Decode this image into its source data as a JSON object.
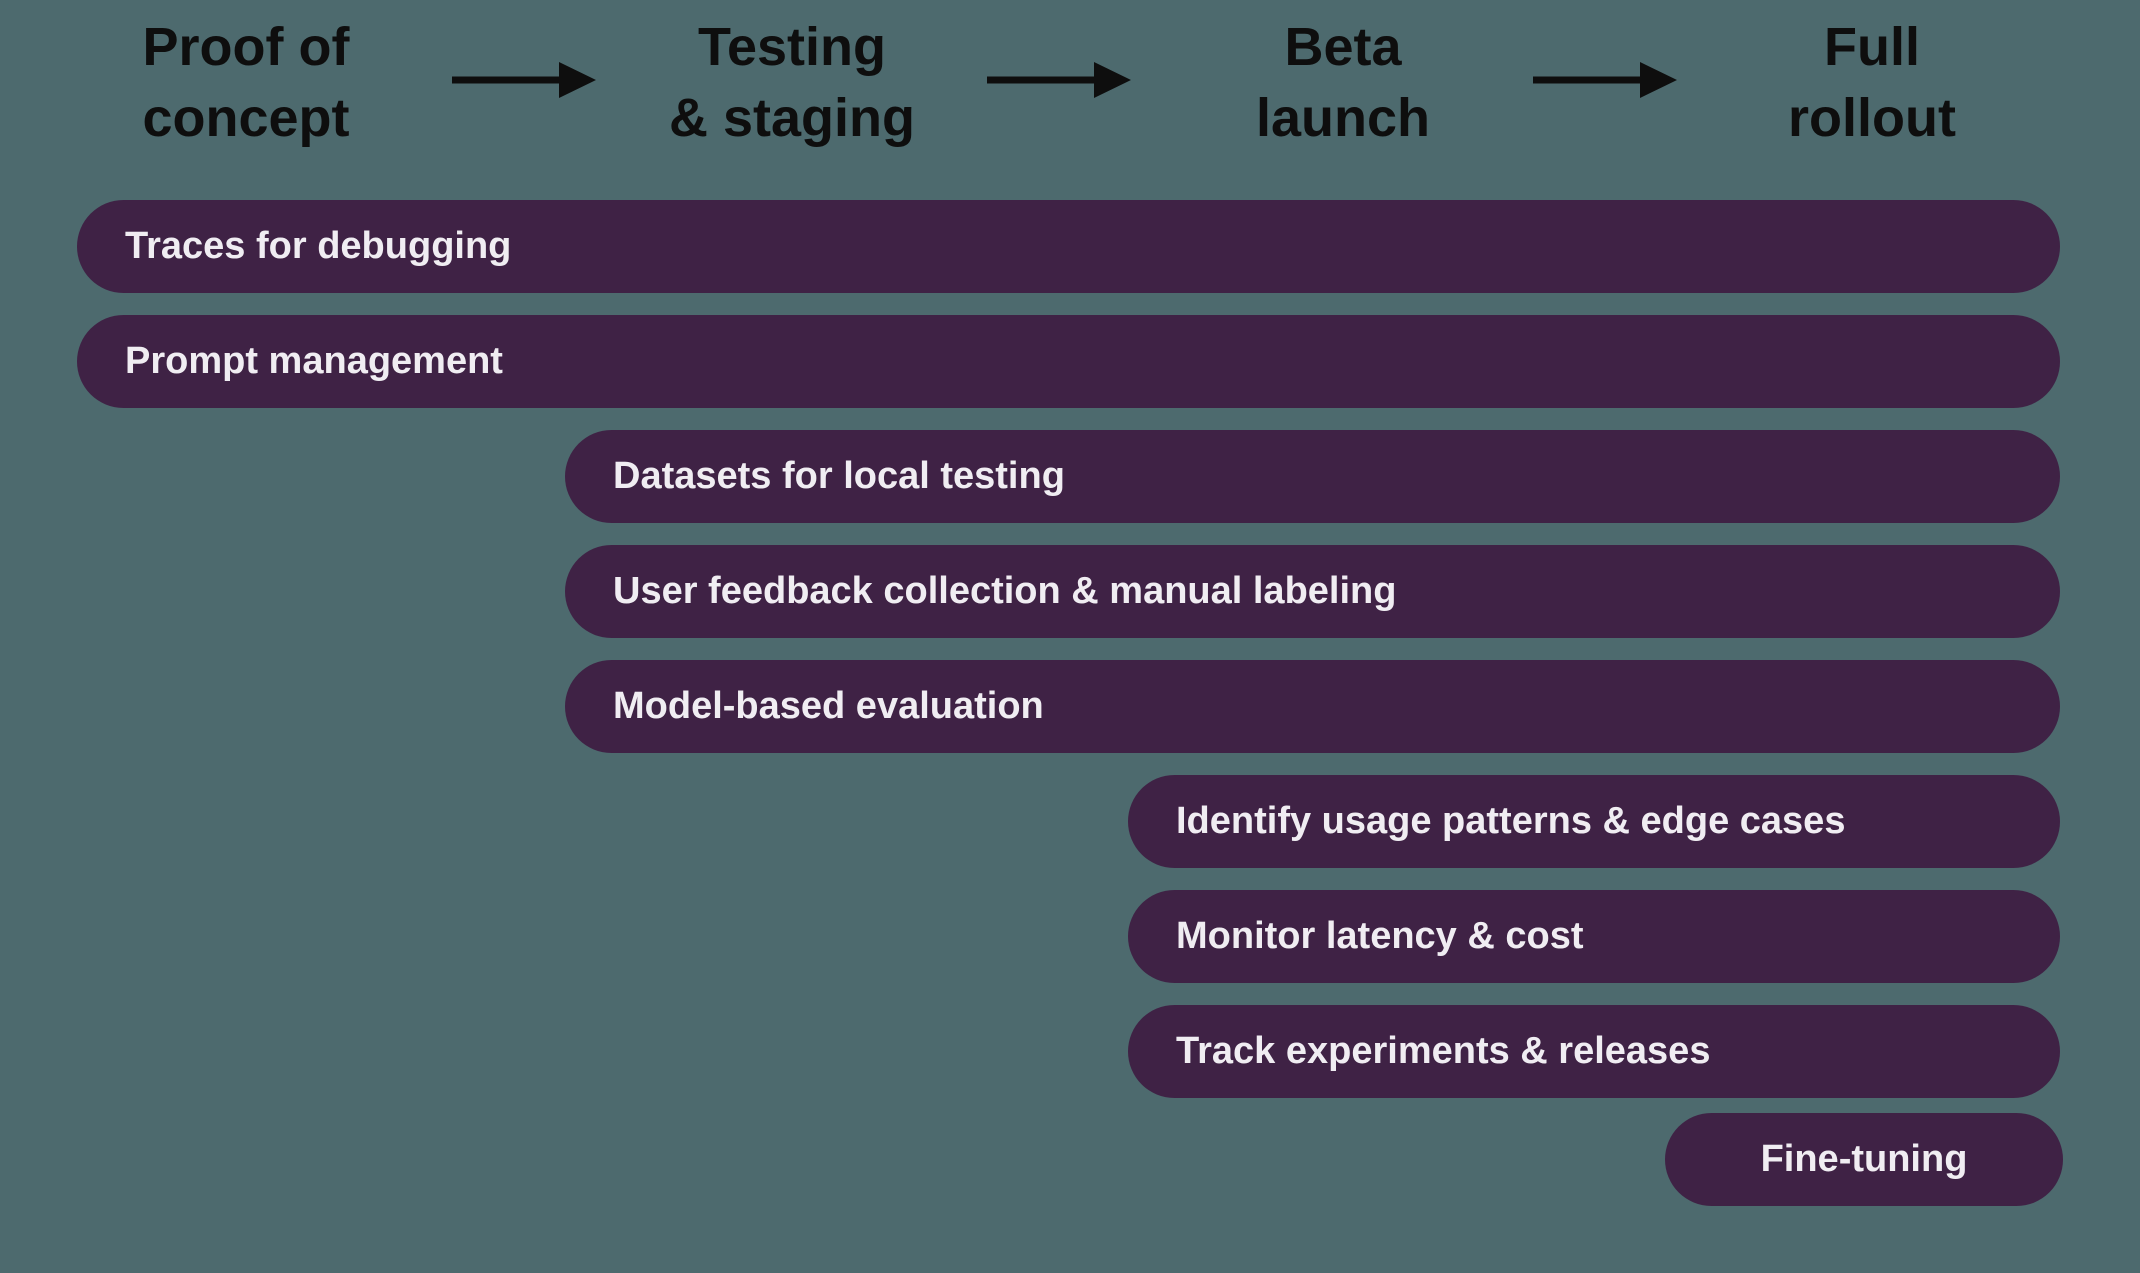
{
  "colors": {
    "background": "#4d6a6e",
    "bar-bg": "#3f2245",
    "bar-text": "#f0edf2",
    "header-text": "#0e0e0e",
    "arrow": "#0e0e0e"
  },
  "stages": [
    {
      "line1": "Proof of",
      "line2": "concept"
    },
    {
      "line1": "Testing",
      "line2": "& staging"
    },
    {
      "line1": "Beta",
      "line2": "launch"
    },
    {
      "line1": "Full",
      "line2": "rollout"
    }
  ],
  "arrow_icon": "arrow-right",
  "bars": [
    {
      "label": "Traces for debugging",
      "starts_at": "Proof of concept"
    },
    {
      "label": "Prompt management",
      "starts_at": "Proof of concept"
    },
    {
      "label": "Datasets for local testing",
      "starts_at": "Testing & staging"
    },
    {
      "label": "User feedback collection & manual labeling",
      "starts_at": "Testing & staging"
    },
    {
      "label": "Model-based evaluation",
      "starts_at": "Testing & staging"
    },
    {
      "label": "Identify usage patterns & edge cases",
      "starts_at": "Beta launch"
    },
    {
      "label": "Monitor latency & cost",
      "starts_at": "Beta launch"
    },
    {
      "label": "Track experiments & releases",
      "starts_at": "Beta launch"
    },
    {
      "label": "Fine-tuning",
      "starts_at": "Full rollout"
    }
  ]
}
